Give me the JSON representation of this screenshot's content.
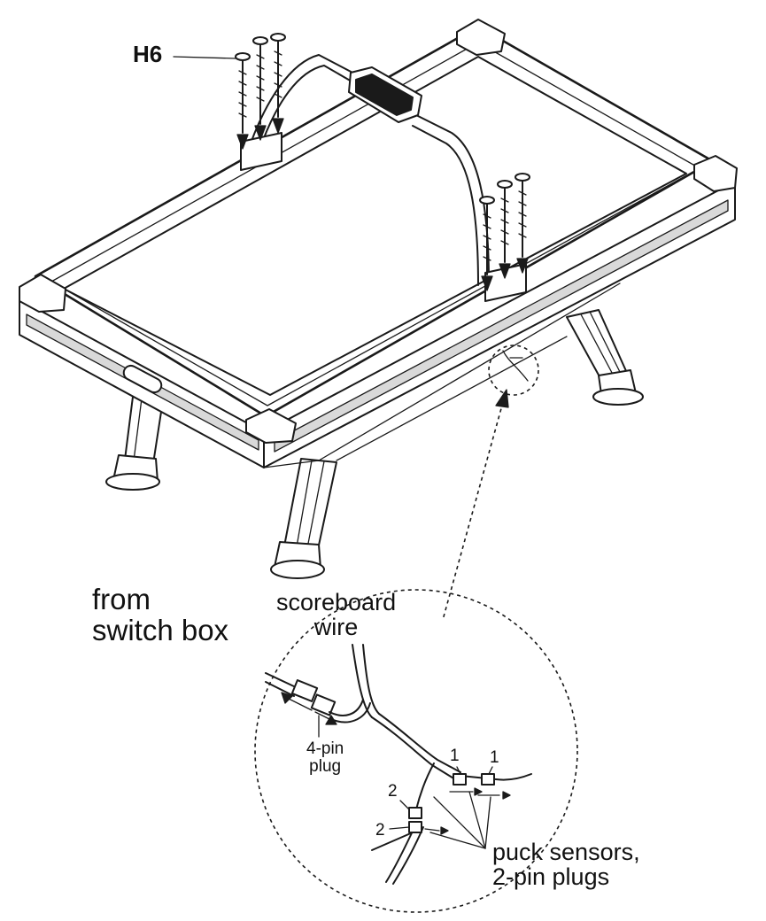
{
  "labels": {
    "hardware_id": "H6",
    "from_switch_box": "from\nswitch box",
    "scoreboard_wire": "scoreboard\nwire",
    "four_pin_plug": "4-pin\nplug",
    "sensor_num_1a": "1",
    "sensor_num_1b": "1",
    "sensor_num_2a": "2",
    "sensor_num_2b": "2",
    "puck_sensors": "puck sensors,\n2-pin plugs"
  }
}
